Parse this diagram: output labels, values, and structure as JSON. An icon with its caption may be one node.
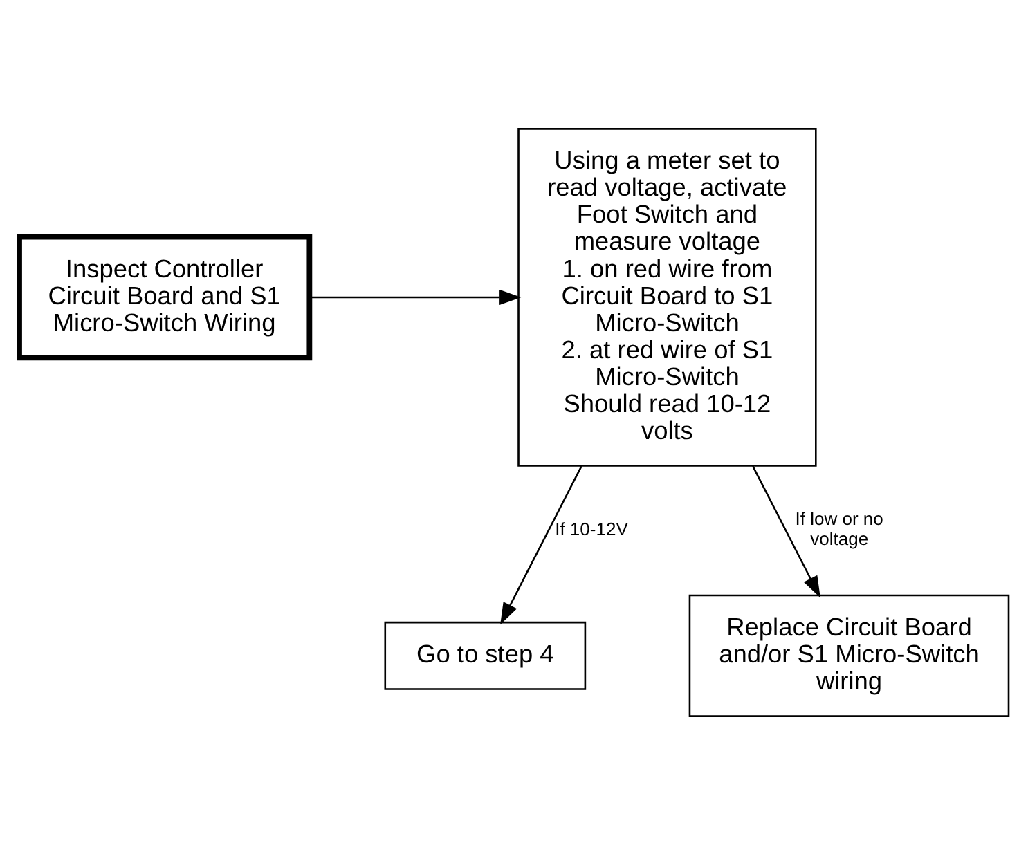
{
  "diagram": {
    "nodes": [
      {
        "text": [
          "Inspect Controller Circuit Board and S1 Micro-Switch Wiring"
        ]
      },
      {
        "text": [
          "Using a meter set to read voltage, activate Foot Switch and measure voltage",
          "1. on red wire from Circuit Board to S1 Micro-Switch",
          "2. at red wire of S1 Micro-Switch",
          "Should read 10-12 volts"
        ]
      },
      {
        "text": [
          "Go to step 4"
        ]
      },
      {
        "text": [
          "Replace Circuit Board and/or S1 Micro-Switch wiring"
        ]
      }
    ],
    "edges": [
      {
        "from": 0,
        "to": 1,
        "arrow": "to"
      },
      {
        "from": 1,
        "to": 2,
        "arrow": "to",
        "label": "If 10-12V"
      },
      {
        "from": 1,
        "to": 3,
        "arrow": "to",
        "label": "If low or no voltage"
      }
    ]
  }
}
